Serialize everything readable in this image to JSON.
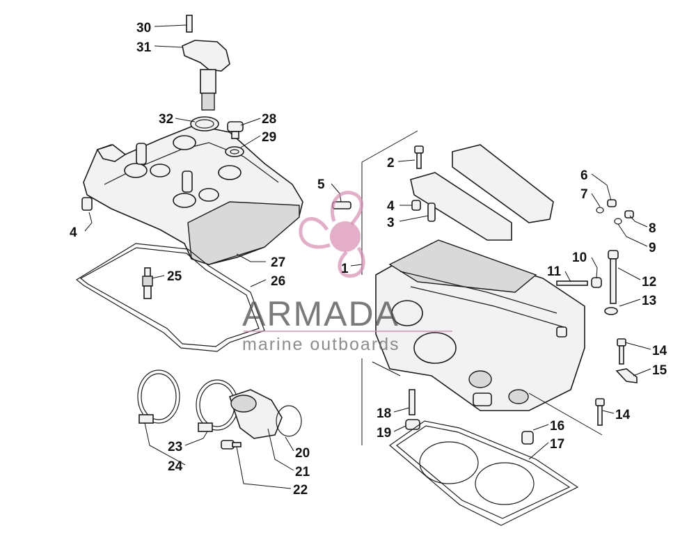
{
  "watermark": {
    "brand": "ARMADA",
    "tagline": "marine outboards",
    "logo_color": "#d98ab0"
  },
  "callouts": [
    {
      "id": "c1",
      "label": "1"
    },
    {
      "id": "c2",
      "label": "2"
    },
    {
      "id": "c3",
      "label": "3"
    },
    {
      "id": "c4a",
      "label": "4"
    },
    {
      "id": "c4b",
      "label": "4"
    },
    {
      "id": "c5",
      "label": "5"
    },
    {
      "id": "c6",
      "label": "6"
    },
    {
      "id": "c7",
      "label": "7"
    },
    {
      "id": "c8",
      "label": "8"
    },
    {
      "id": "c9",
      "label": "9"
    },
    {
      "id": "c10",
      "label": "10"
    },
    {
      "id": "c11",
      "label": "11"
    },
    {
      "id": "c12",
      "label": "12"
    },
    {
      "id": "c13",
      "label": "13"
    },
    {
      "id": "c14a",
      "label": "14"
    },
    {
      "id": "c14b",
      "label": "14"
    },
    {
      "id": "c15",
      "label": "15"
    },
    {
      "id": "c16",
      "label": "16"
    },
    {
      "id": "c17",
      "label": "17"
    },
    {
      "id": "c18",
      "label": "18"
    },
    {
      "id": "c19",
      "label": "19"
    },
    {
      "id": "c20",
      "label": "20"
    },
    {
      "id": "c21",
      "label": "21"
    },
    {
      "id": "c22",
      "label": "22"
    },
    {
      "id": "c23",
      "label": "23"
    },
    {
      "id": "c24",
      "label": "24"
    },
    {
      "id": "c25",
      "label": "25"
    },
    {
      "id": "c26",
      "label": "26"
    },
    {
      "id": "c27",
      "label": "27"
    },
    {
      "id": "c28",
      "label": "28"
    },
    {
      "id": "c29",
      "label": "29"
    },
    {
      "id": "c30",
      "label": "30"
    },
    {
      "id": "c31",
      "label": "31"
    },
    {
      "id": "c32",
      "label": "32"
    }
  ]
}
